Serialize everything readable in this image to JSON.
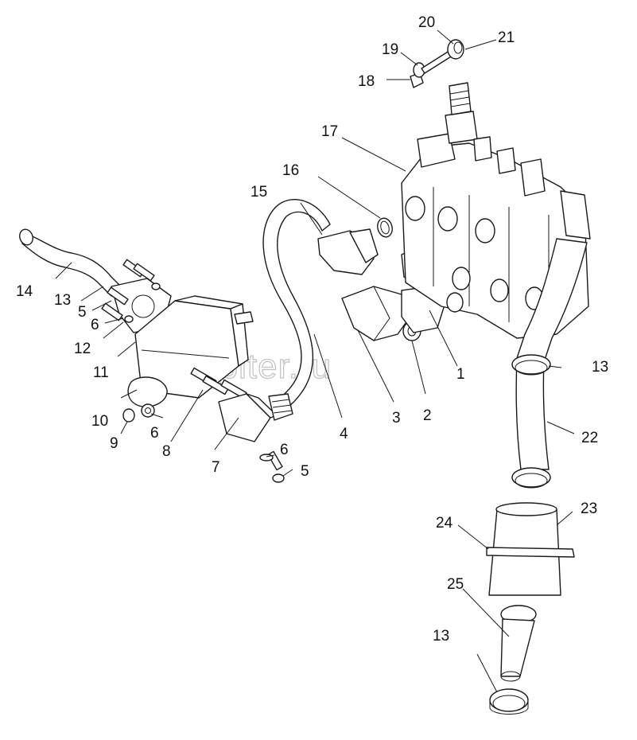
{
  "watermark": "autopiter.ru",
  "callouts": [
    {
      "id": "c1",
      "text": "1"
    },
    {
      "id": "c2",
      "text": "2"
    },
    {
      "id": "c3",
      "text": "3"
    },
    {
      "id": "c4",
      "text": "4"
    },
    {
      "id": "c5a",
      "text": "5"
    },
    {
      "id": "c5b",
      "text": "5"
    },
    {
      "id": "c6a",
      "text": "6"
    },
    {
      "id": "c6b",
      "text": "6"
    },
    {
      "id": "c6c",
      "text": "6"
    },
    {
      "id": "c7",
      "text": "7"
    },
    {
      "id": "c8",
      "text": "8"
    },
    {
      "id": "c9",
      "text": "9"
    },
    {
      "id": "c10",
      "text": "10"
    },
    {
      "id": "c11",
      "text": "11"
    },
    {
      "id": "c12",
      "text": "12"
    },
    {
      "id": "c13a",
      "text": "13"
    },
    {
      "id": "c13b",
      "text": "13"
    },
    {
      "id": "c13c",
      "text": "13"
    },
    {
      "id": "c14",
      "text": "14"
    },
    {
      "id": "c15",
      "text": "15"
    },
    {
      "id": "c16",
      "text": "16"
    },
    {
      "id": "c17",
      "text": "17"
    },
    {
      "id": "c18",
      "text": "18"
    },
    {
      "id": "c19",
      "text": "19"
    },
    {
      "id": "c20",
      "text": "20"
    },
    {
      "id": "c21",
      "text": "21"
    },
    {
      "id": "c22",
      "text": "22"
    },
    {
      "id": "c23",
      "text": "23"
    },
    {
      "id": "c24",
      "text": "24"
    },
    {
      "id": "c25",
      "text": "25"
    }
  ]
}
